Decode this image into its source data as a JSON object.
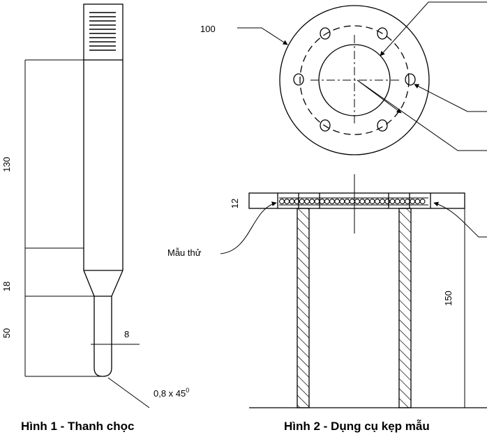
{
  "figure1": {
    "caption": "Hình 1 - Thanh chọc",
    "dim_130": "130",
    "dim_18": "18",
    "dim_50": "50",
    "dim_8": "8",
    "chamfer": "0,8 x 45",
    "chamfer_sup": "0"
  },
  "figure2": {
    "caption": "Hình 2 - Dụng cụ kẹp mẫu",
    "label_100": "100",
    "dim_12": "12",
    "dim_150": "150",
    "sample_label": "Mẫu thử"
  },
  "colors": {
    "line": "#000000",
    "background": "#ffffff"
  }
}
